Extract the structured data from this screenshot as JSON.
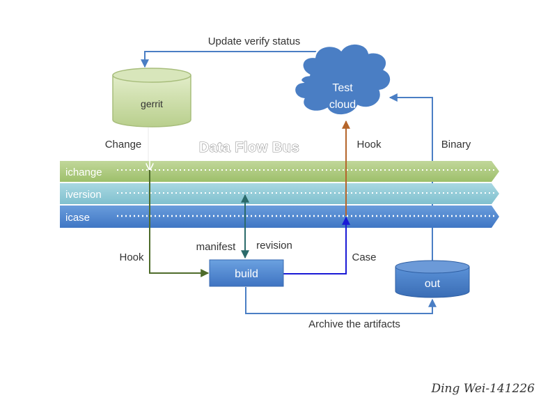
{
  "title": "Data Flow Bus",
  "nodes": {
    "gerrit": "gerrit",
    "test_cloud_line1": "Test",
    "test_cloud_line2": "cloud",
    "build": "build",
    "out": "out"
  },
  "buses": [
    {
      "label": "ichange",
      "color": "#a9c77a"
    },
    {
      "label": "iversion",
      "color": "#8fcad6"
    },
    {
      "label": "icase",
      "color": "#4f86cf"
    }
  ],
  "edges": {
    "update_verify_status": "Update verify status",
    "change": "Change",
    "hook_left": "Hook",
    "manifest": "manifest",
    "revision": "revision",
    "case": "Case",
    "hook_right": "Hook",
    "binary": "Binary",
    "archive": "Archive the artifacts"
  },
  "signature": "Ding Wei-141226",
  "colors": {
    "gerrit_fill": "#c9dba3",
    "build_fill": "#4f86cf",
    "out_fill": "#4a7ec4",
    "cloud_fill": "#4a7ec4",
    "hook_arrow": "#4e6b2a",
    "case_arrow": "#1a1ad6",
    "cloud_hook_arrow": "#b5652a",
    "status_arrow": "#4a7ec4",
    "revision_arrow": "#2a6a6a"
  }
}
